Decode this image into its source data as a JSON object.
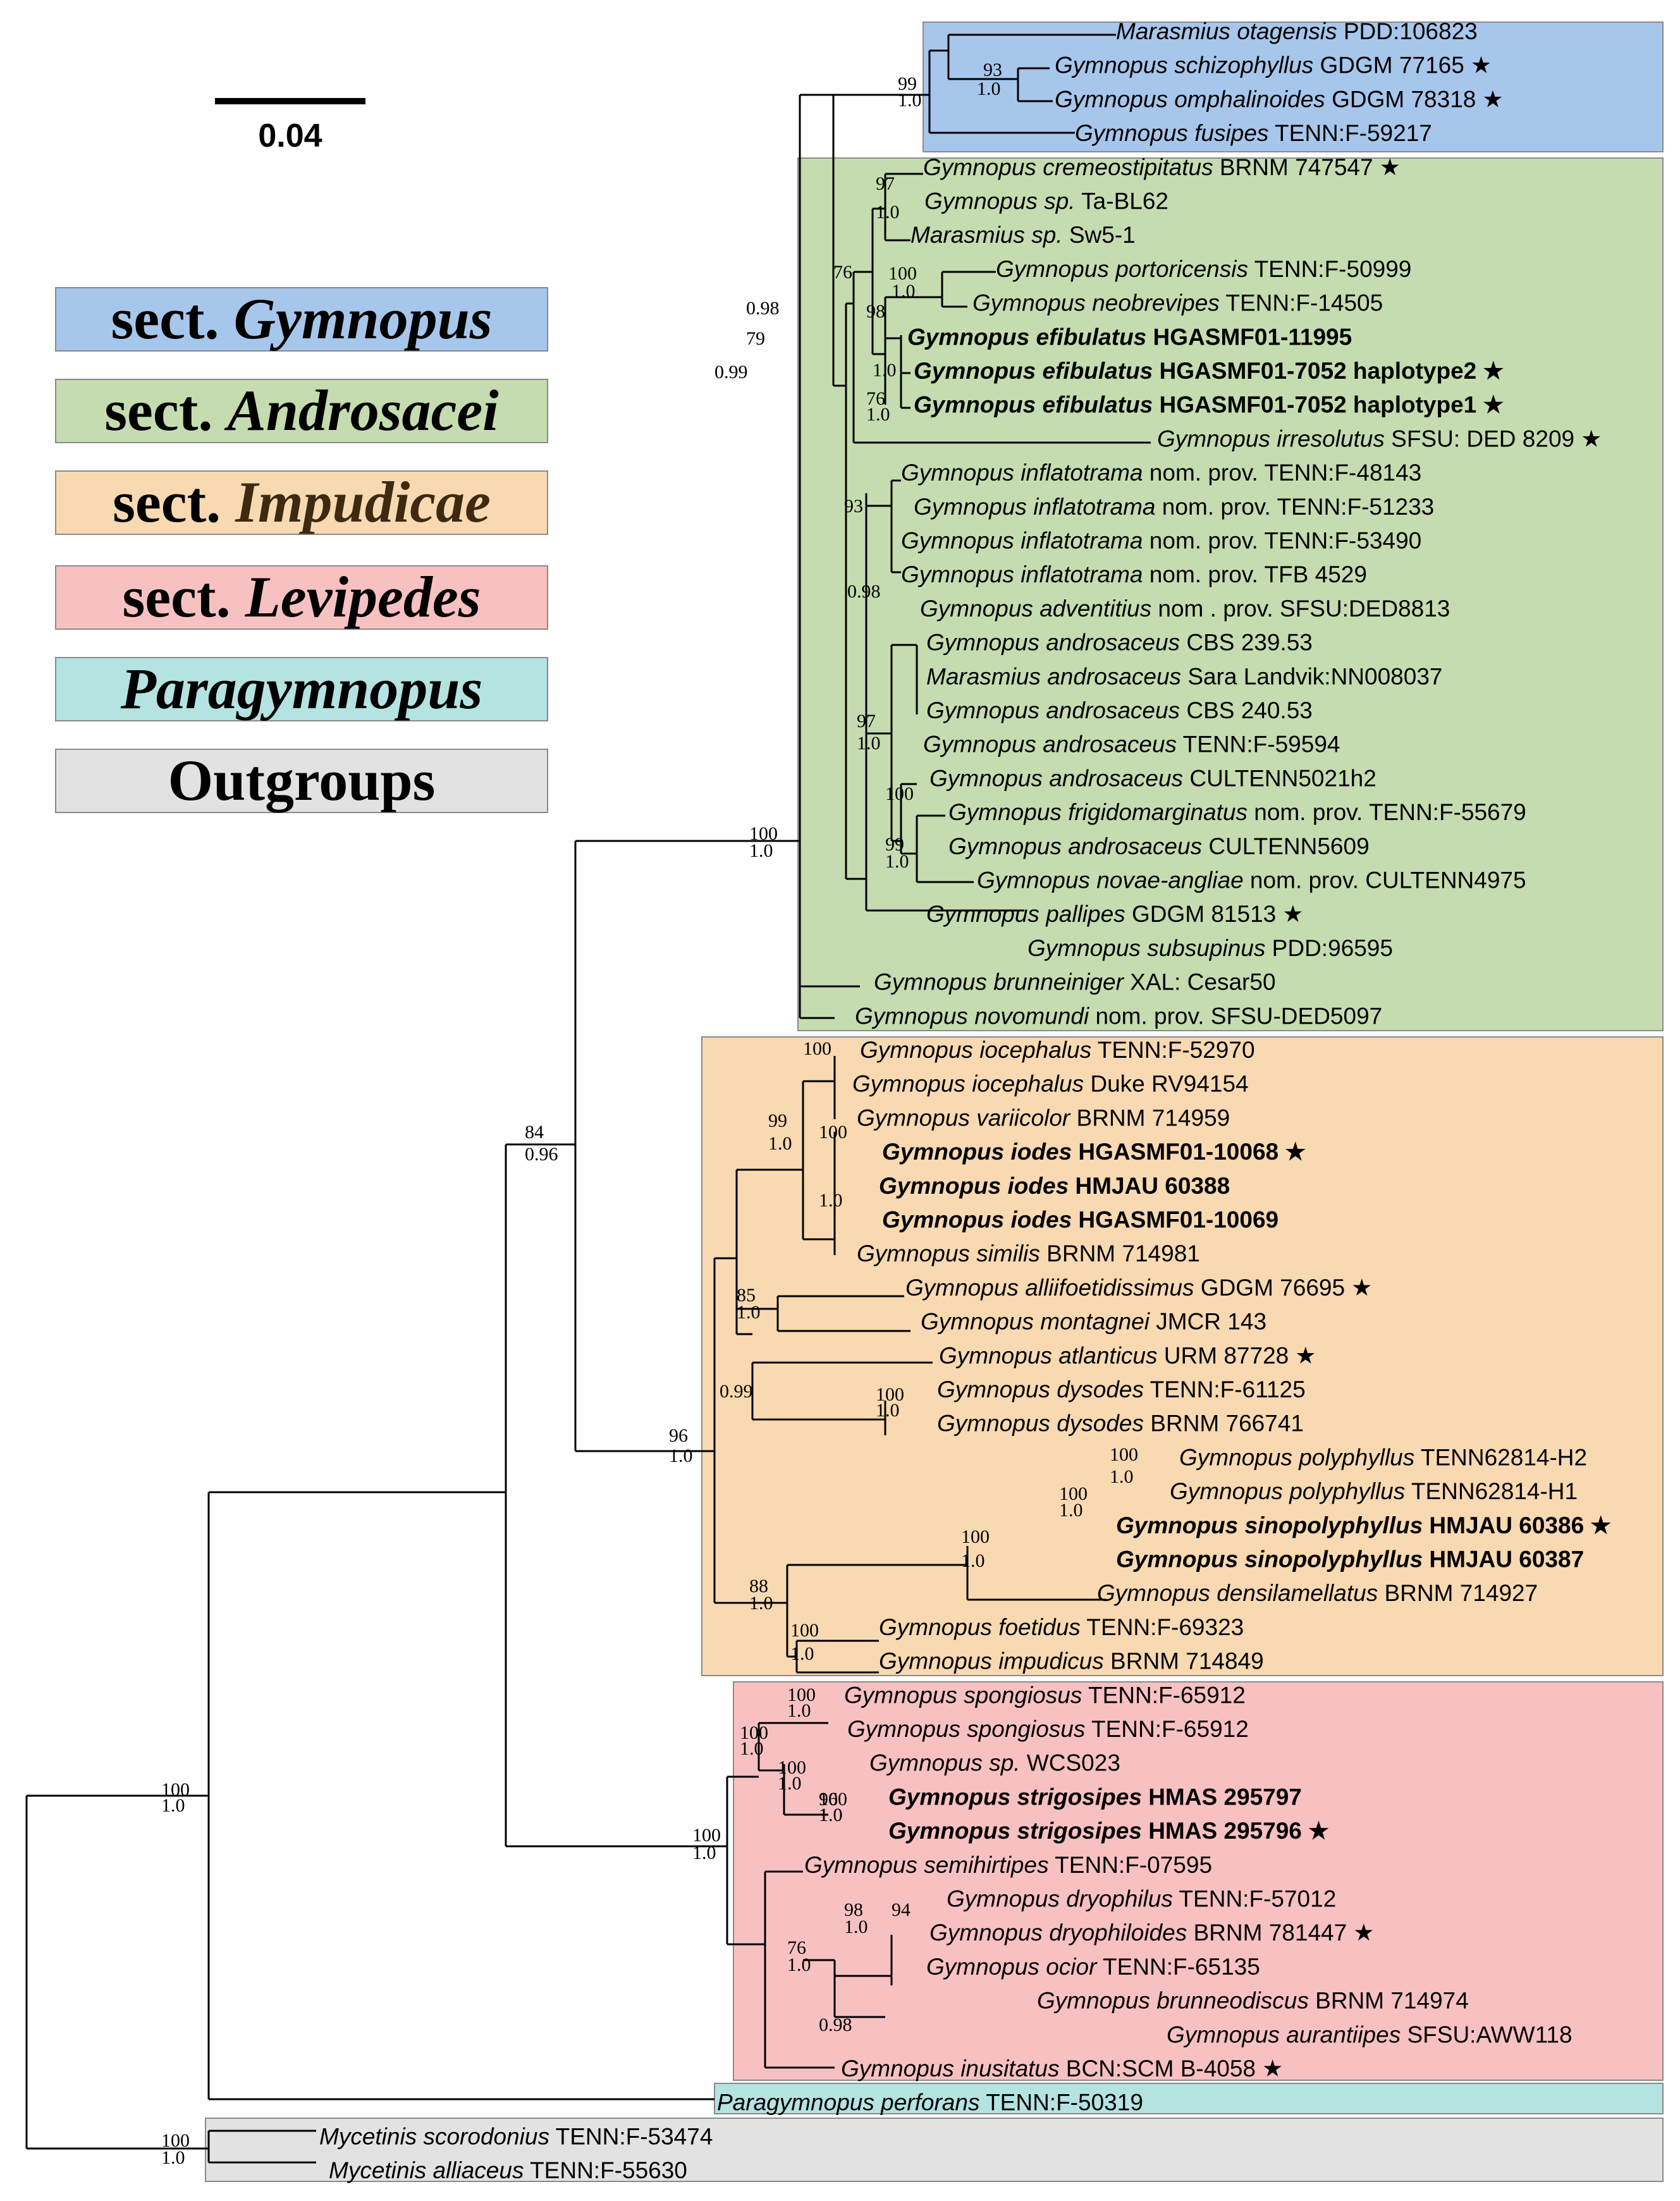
{
  "scale_bar": {
    "label": "0.04"
  },
  "legend": [
    {
      "id": "gymnopus",
      "prefix": "sect. ",
      "name": "Gymnopus",
      "italic": true,
      "fill": "#a7c6eb",
      "text_color": "#000000"
    },
    {
      "id": "androsacei",
      "prefix": "sect. ",
      "name": "Androsacei",
      "italic": true,
      "fill": "#c5dcb0",
      "text_color": "#000000"
    },
    {
      "id": "impudicae",
      "prefix": "sect. ",
      "name": "Impudicae",
      "italic": true,
      "fill": "#f8d9b1",
      "text_color": "#3d2a10"
    },
    {
      "id": "levipedes",
      "prefix": "sect. ",
      "name": "Levipedes",
      "italic": true,
      "fill": "#f8c1c1",
      "text_color": "#000000"
    },
    {
      "id": "paragymnopus",
      "prefix": "",
      "name": "Paragymnopus",
      "italic": true,
      "fill": "#b4e3e1",
      "text_color": "#000000"
    },
    {
      "id": "outgroups",
      "prefix": "",
      "name": "Outgroups",
      "italic": false,
      "fill": "#e2e2e2",
      "text_color": "#000000"
    }
  ],
  "taxa": [
    {
      "genus": "Marasmius otagensis",
      "voucher": " PDD:106823",
      "bold": false,
      "star": false
    },
    {
      "genus": "Gymnopus schizophyllus",
      "voucher": " GDGM 77165",
      "bold": false,
      "star": true
    },
    {
      "genus": "Gymnopus omphalinoides",
      "voucher": " GDGM 78318",
      "bold": false,
      "star": true
    },
    {
      "genus": "Gymnopus fusipes",
      "voucher": " TENN:F-59217",
      "bold": false,
      "star": false
    },
    {
      "genus": "Gymnopus cremeostipitatus",
      "voucher": " BRNM 747547",
      "bold": false,
      "star": true
    },
    {
      "genus": "Gymnopus sp.",
      "voucher": " Ta-BL62",
      "bold": false,
      "star": false
    },
    {
      "genus": "Marasmius sp.",
      "voucher": " Sw5-1",
      "bold": false,
      "star": false
    },
    {
      "genus": "Gymnopus portoricensis",
      "voucher": " TENN:F-50999",
      "bold": false,
      "star": false
    },
    {
      "genus": "Gymnopus neobrevipes",
      "voucher": " TENN:F-14505",
      "bold": false,
      "star": false
    },
    {
      "genus": "Gymnopus efibulatus",
      "voucher": " HGASMF01-11995",
      "bold": true,
      "star": false
    },
    {
      "genus": "Gymnopus efibulatus",
      "voucher": " HGASMF01-7052 haplotype2",
      "bold": true,
      "star": true
    },
    {
      "genus": "Gymnopus efibulatus",
      "voucher": " HGASMF01-7052 haplotype1",
      "bold": true,
      "star": true
    },
    {
      "genus": "Gymnopus irresolutus",
      "voucher": " SFSU: DED 8209",
      "bold": false,
      "star": true
    },
    {
      "genus": "Gymnopus inflatotrama",
      "voucher": " nom. prov. TENN:F-48143",
      "bold": false,
      "star": false
    },
    {
      "genus": "Gymnopus inflatotrama",
      "voucher": " nom. prov. TENN:F-51233",
      "bold": false,
      "star": false
    },
    {
      "genus": "Gymnopus inflatotrama",
      "voucher": " nom. prov. TENN:F-53490",
      "bold": false,
      "star": false
    },
    {
      "genus": "Gymnopus inflatotrama",
      "voucher": " nom. prov. TFB 4529",
      "bold": false,
      "star": false
    },
    {
      "genus": "Gymnopus adventitius",
      "voucher": " nom . prov. SFSU:DED8813",
      "bold": false,
      "star": false
    },
    {
      "genus": "Gymnopus androsaceus",
      "voucher": " CBS 239.53",
      "bold": false,
      "star": false
    },
    {
      "genus": "Marasmius androsaceus",
      "voucher": " Sara Landvik:NN008037",
      "bold": false,
      "star": false
    },
    {
      "genus": "Gymnopus androsaceus",
      "voucher": " CBS 240.53",
      "bold": false,
      "star": false
    },
    {
      "genus": "Gymnopus androsaceus",
      "voucher": "  TENN:F-59594",
      "bold": false,
      "star": false
    },
    {
      "genus": "Gymnopus androsaceus",
      "voucher": " CULTENN5021h2",
      "bold": false,
      "star": false
    },
    {
      "genus": "Gymnopus frigidomarginatus",
      "voucher": " nom. prov. TENN:F-55679",
      "bold": false,
      "star": false
    },
    {
      "genus": "Gymnopus androsaceus",
      "voucher": " CULTENN5609",
      "bold": false,
      "star": false
    },
    {
      "genus": "Gymnopus novae-angliae",
      "voucher": " nom. prov. CULTENN4975",
      "bold": false,
      "star": false
    },
    {
      "genus": "Gymnopus pallipes",
      "voucher": " GDGM 81513",
      "bold": false,
      "star": true
    },
    {
      "genus": "Gymnopus subsupinus",
      "voucher": " PDD:96595",
      "bold": false,
      "star": false
    },
    {
      "genus": "Gymnopus brunneiniger",
      "voucher": " XAL: Cesar50",
      "bold": false,
      "star": false
    },
    {
      "genus": "Gymnopus novomundi",
      "voucher": " nom. prov. SFSU-DED5097",
      "bold": false,
      "star": false
    },
    {
      "genus": "Gymnopus iocephalus",
      "voucher": " TENN:F-52970",
      "bold": false,
      "star": false
    },
    {
      "genus": "Gymnopus iocephalus",
      "voucher": " Duke RV94154",
      "bold": false,
      "star": false
    },
    {
      "genus": "Gymnopus variicolor",
      "voucher": " BRNM 714959",
      "bold": false,
      "star": false
    },
    {
      "genus": "Gymnopus iodes",
      "voucher": " HGASMF01-10068",
      "bold": true,
      "star": true
    },
    {
      "genus": "Gymnopus iodes",
      "voucher": " HMJAU 60388",
      "bold": true,
      "star": false
    },
    {
      "genus": "Gymnopus iodes",
      "voucher": " HGASMF01-10069",
      "bold": true,
      "star": false
    },
    {
      "genus": "Gymnopus similis",
      "voucher": " BRNM 714981",
      "bold": false,
      "star": false
    },
    {
      "genus": "Gymnopus alliifoetidissimus",
      "voucher": " GDGM 76695",
      "bold": false,
      "star": true
    },
    {
      "genus": "Gymnopus montagnei",
      "voucher": "  JMCR 143",
      "bold": false,
      "star": false
    },
    {
      "genus": "Gymnopus atlanticus",
      "voucher": " URM 87728",
      "bold": false,
      "star": true
    },
    {
      "genus": "Gymnopus dysodes",
      "voucher": " TENN:F-61125",
      "bold": false,
      "star": false
    },
    {
      "genus": "Gymnopus dysodes",
      "voucher": " BRNM 766741",
      "bold": false,
      "star": false
    },
    {
      "genus": "Gymnopus polyphyllus",
      "voucher": " TENN62814-H2",
      "bold": false,
      "star": false
    },
    {
      "genus": "Gymnopus polyphyllus",
      "voucher": " TENN62814-H1",
      "bold": false,
      "star": false
    },
    {
      "genus": "Gymnopus sinopolyphyllus",
      "voucher": " HMJAU 60386",
      "bold": true,
      "star": true
    },
    {
      "genus": "Gymnopus sinopolyphyllus",
      "voucher": " HMJAU 60387",
      "bold": true,
      "star": false
    },
    {
      "genus": "Gymnopus densilamellatus",
      "voucher": "  BRNM 714927",
      "bold": false,
      "star": false
    },
    {
      "genus": "Gymnopus foetidus",
      "voucher": "  TENN:F-69323",
      "bold": false,
      "star": false
    },
    {
      "genus": "Gymnopus impudicus",
      "voucher": "  BRNM 714849",
      "bold": false,
      "star": false
    },
    {
      "genus": "Gymnopus spongiosus",
      "voucher": " TENN:F-65912",
      "bold": false,
      "star": false
    },
    {
      "genus": "Gymnopus spongiosus",
      "voucher": "  TENN:F-65912",
      "bold": false,
      "star": false
    },
    {
      "genus": "Gymnopus sp.",
      "voucher": " WCS023",
      "bold": false,
      "star": false
    },
    {
      "genus": "Gymnopus strigosipes",
      "voucher": " HMAS 295797",
      "bold": true,
      "star": false
    },
    {
      "genus": "Gymnopus strigosipes",
      "voucher": " HMAS 295796",
      "bold": true,
      "star": true
    },
    {
      "genus": "Gymnopus semihirtipes",
      "voucher": " TENN:F-07595",
      "bold": false,
      "star": false
    },
    {
      "genus": "Gymnopus dryophilus",
      "voucher": " TENN:F-57012",
      "bold": false,
      "star": false
    },
    {
      "genus": "Gymnopus dryophiloides",
      "voucher": " BRNM 781447",
      "bold": false,
      "star": true
    },
    {
      "genus": "Gymnopus ocior",
      "voucher": " TENN:F-65135",
      "bold": false,
      "star": false
    },
    {
      "genus": "Gymnopus brunneodiscus",
      "voucher": " BRNM 714974",
      "bold": false,
      "star": false
    },
    {
      "genus": "Gymnopus aurantiipes",
      "voucher": "  SFSU:AWW118",
      "bold": false,
      "star": false
    },
    {
      "genus": "Gymnopus inusitatus",
      "voucher": "  BCN:SCM B-4058",
      "bold": false,
      "star": true
    },
    {
      "genus": "Paragymnopus perforans",
      "voucher": " TENN:F-50319",
      "bold": false,
      "star": false
    },
    {
      "genus": "Mycetinis scorodonius",
      "voucher": " TENN:F-53474",
      "bold": false,
      "star": false
    },
    {
      "genus": "Mycetinis alliaceus",
      "voucher": " TENN:F-55630",
      "bold": false,
      "star": false
    }
  ],
  "support_values": [
    "99",
    "1.0",
    "93",
    "1.0",
    "97",
    "1.0",
    "76",
    "100",
    "1.0",
    "98",
    "1.0",
    "76",
    "1.0",
    "0.98",
    "79",
    "0.99",
    "93",
    "0.98",
    "97",
    "1.0",
    "100",
    "99",
    "1.0",
    "100",
    "1.0",
    "100",
    "99",
    "1.0",
    "100",
    "1.0",
    "85",
    "1.0",
    "0.99",
    "100",
    "1.0",
    "84",
    "0.96",
    "96",
    "1.0",
    "100",
    "1.0",
    "100",
    "1.0",
    "100",
    "1.0",
    "88",
    "1.0",
    "100",
    "1.0",
    "100",
    "1.0",
    "100",
    "1.0",
    "100",
    "1.0",
    "96",
    "1.0",
    "100",
    "1.0",
    "100",
    "1.0",
    "98",
    "1.0",
    "94",
    "76",
    "1.0",
    "0.98",
    "100",
    "1.0",
    "100",
    "1.0"
  ]
}
